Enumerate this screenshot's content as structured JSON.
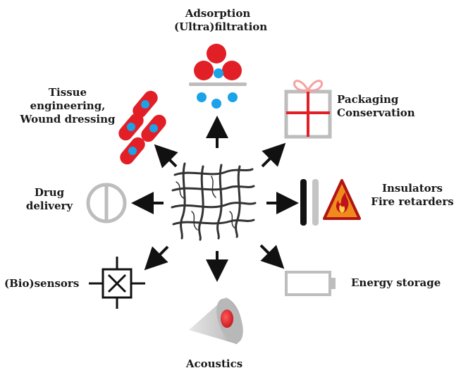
{
  "applications": {
    "adsorption": {
      "line1": "Adsorption",
      "line2": "(Ultra)filtration"
    },
    "packaging": {
      "line1": "Packaging",
      "line2": "Conservation"
    },
    "insulators": {
      "line1": "Insulators",
      "line2": "Fire retarders"
    },
    "energy": {
      "line1": "Energy storage"
    },
    "acoustics": {
      "line1": "Acoustics"
    },
    "biosensors": {
      "line1": "(Bio)sensors"
    },
    "drug": {
      "line1": "Drug",
      "line2": "delivery"
    },
    "tissue": {
      "line1": "Tissue",
      "line2": "engineering,",
      "line3": "Wound dressing"
    }
  },
  "icons": {
    "center": "fiber-mesh-icon",
    "adsorption": "filtration-particles-icon",
    "packaging": "gift-box-icon",
    "insulators": "fire-warning-icon",
    "energy": "battery-icon",
    "acoustics": "speaker-cone-icon",
    "biosensors": "sensor-chip-icon",
    "drug": "capsule-icon",
    "tissue": "cells-icon"
  },
  "colors": {
    "red": "#e21f26",
    "blue": "#1aa3e8",
    "gray": "#bdbdbd",
    "black": "#111111",
    "warning_orange": "#f08a1c"
  }
}
